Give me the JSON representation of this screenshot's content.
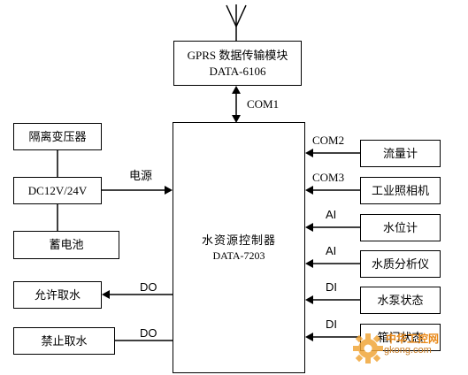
{
  "gprs_module": {
    "name": "GPRS 数据传输模块",
    "model": "DATA-6106"
  },
  "controller": {
    "name": "水资源控制器",
    "model": "DATA-7203"
  },
  "power": {
    "isolation_transformer": "隔离变压器",
    "dc_supply": "DC12V/24V",
    "battery": "蓄电池",
    "power_label": "电源"
  },
  "outputs": [
    {
      "label": "允许取水",
      "signal": "DO"
    },
    {
      "label": "禁止取水",
      "signal": "DO"
    }
  ],
  "inputs": [
    {
      "label": "流量计",
      "port": "COM2"
    },
    {
      "label": "工业照相机",
      "port": "COM3"
    },
    {
      "label": "水位计",
      "port": "AI"
    },
    {
      "label": "水质分析仪",
      "port": "AI"
    },
    {
      "label": "水泵状态",
      "port": "DI"
    },
    {
      "label": "箱门状态",
      "port": "DI"
    }
  ],
  "links": {
    "gprs_port": "COM1"
  },
  "watermark": {
    "line1": "中华工控网",
    "line2": "gkong.com"
  }
}
